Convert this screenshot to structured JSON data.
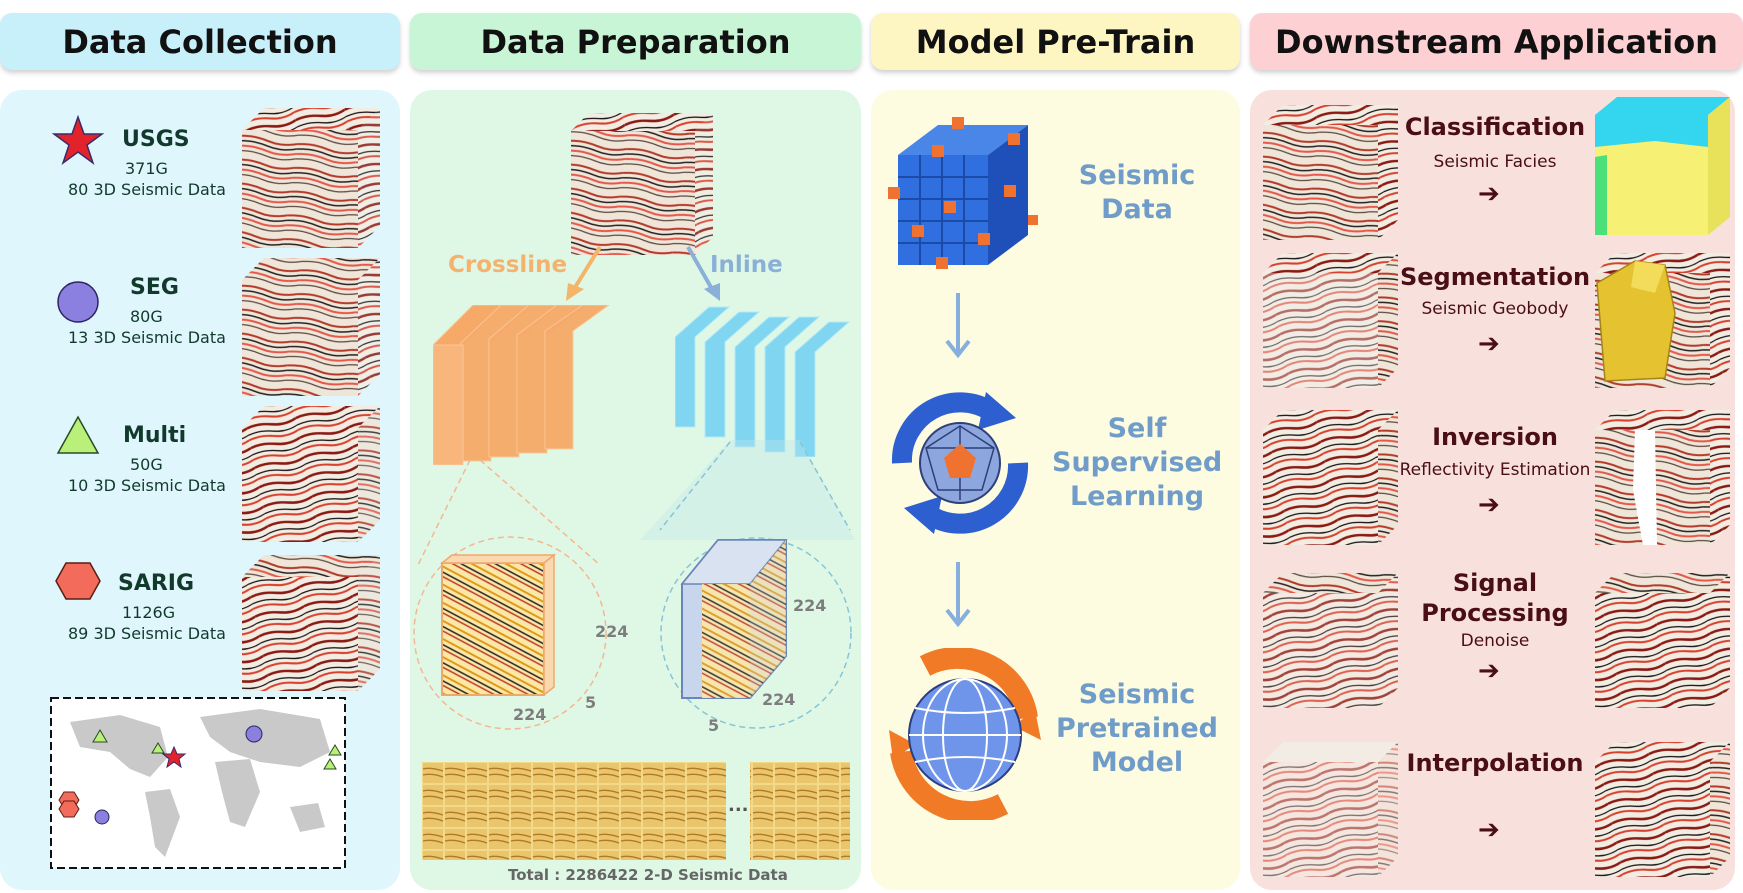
{
  "headers": {
    "collection": "Data Collection",
    "preparation": "Data Preparation",
    "pretrain": "Model Pre-Train",
    "downstream": "Downstream Application"
  },
  "colors": {
    "collection": "#cdf1fb",
    "preparation": "#c9f5d6",
    "pretrain": "#fdf6c4",
    "downstream": "#fdd1d3"
  },
  "sources": [
    {
      "name": "USGS",
      "size": "371G",
      "count": "80 3D Seismic Data",
      "icon": "star-icon",
      "color": "#e3232b"
    },
    {
      "name": "SEG",
      "size": "80G",
      "count": "13 3D Seismic Data",
      "icon": "circle-icon",
      "color": "#8b7fe0"
    },
    {
      "name": "Multi",
      "size": "50G",
      "count": "10 3D Seismic Data",
      "icon": "triangle-icon",
      "color": "#b8f07a"
    },
    {
      "name": "SARIG",
      "size": "1126G",
      "count": "89 3D Seismic Data",
      "icon": "hexagon-icon",
      "color": "#f26b5b"
    }
  ],
  "preparation": {
    "crossline": "Crossline",
    "inline": "Inline",
    "dim_a": "224",
    "dim_b": "224",
    "dim_c": "5",
    "dim_d": "224",
    "dim_e": "224",
    "dim_f": "5",
    "ellipsis": "...",
    "total": "Total : 2286422 2-D Seismic Data"
  },
  "pretrain": {
    "step1": "Seismic\nData",
    "step2": "Self\nSupervised\nLearning",
    "step3": "Seismic\nPretrained\nModel"
  },
  "applications": [
    {
      "title": "Classification",
      "sub": "Seismic Facies"
    },
    {
      "title": "Segmentation",
      "sub": "Seismic Geobody"
    },
    {
      "title": "Inversion",
      "sub": "Reflectivity Estimation"
    },
    {
      "title": "Signal\nProcessing",
      "sub": "Denoise"
    },
    {
      "title": "Interpolation",
      "sub": ""
    }
  ]
}
